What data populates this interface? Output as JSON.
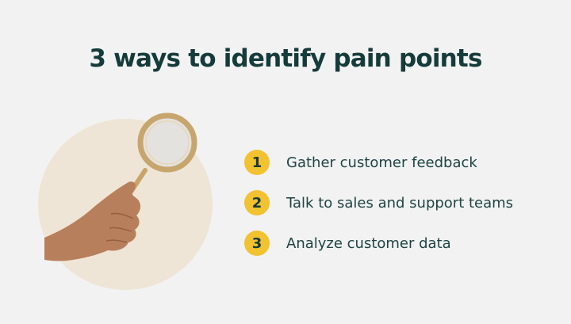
{
  "title": "3 ways to identify pain points",
  "illustration": {
    "icon": "hand-holding-magnifying-glass-icon",
    "circle_color": "#efe5d6"
  },
  "steps": [
    {
      "number": "1",
      "label": "Gather customer feedback"
    },
    {
      "number": "2",
      "label": "Talk to sales and support teams"
    },
    {
      "number": "3",
      "label": "Analyze customer data"
    }
  ],
  "colors": {
    "background": "#f2f2f2",
    "title": "#153b3a",
    "badge": "#f2c230",
    "text": "#1e4443"
  }
}
